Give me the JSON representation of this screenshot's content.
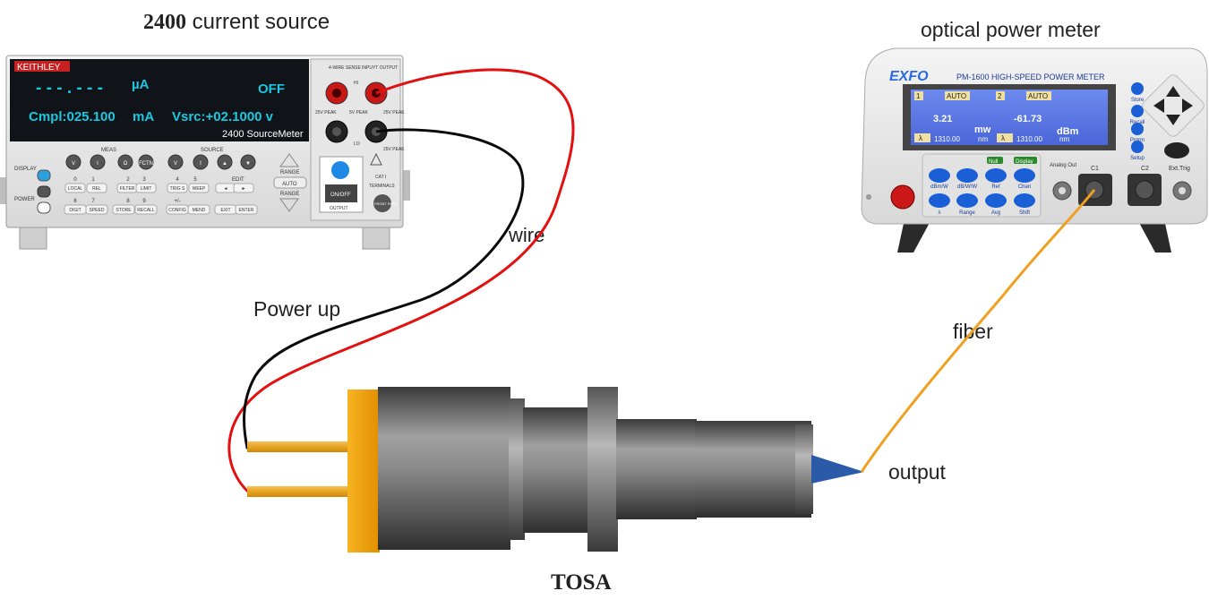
{
  "labels": {
    "source_title_bold": "2400",
    "source_title_rest": "current source",
    "meter_title": "optical power meter",
    "wire": "wire",
    "power_up": "Power up",
    "fiber": "fiber",
    "output": "output",
    "tosa": "TOSA"
  },
  "keithley": {
    "brand": "KEITHLEY",
    "reading": "- - - . - - -",
    "unit": "µA",
    "state": "OFF",
    "compliance": "Cmpl:025.100",
    "compliance_unit": "mA",
    "vsrc": "Vsrc:+02.1000 v",
    "model": "2400 SourceMeter",
    "display_label": "DISPLAY",
    "power_label": "POWER",
    "meas_label": "MEAS",
    "source_label": "SOURCE",
    "range_label": "RANGE",
    "auto_label": "AUTO",
    "edit_label": "EDIT",
    "meas_keys": [
      "V",
      "I",
      "Ω",
      "FCTN"
    ],
    "source_keys": [
      "V",
      "I",
      "▲",
      "▼"
    ],
    "num_row1": [
      "0",
      "1",
      "2",
      "3",
      "4",
      "5"
    ],
    "row2_keys": [
      "LOCAL",
      "REL",
      "FILTER",
      "LIMIT",
      "TRIG S",
      "WEEP",
      "◄",
      "►"
    ],
    "num_row2": [
      "6",
      "7",
      "8",
      "9",
      "+/-"
    ],
    "row3_keys": [
      "DIGIT",
      "SPEED",
      "STORE",
      "RECALL",
      "CONFIG",
      "MEND",
      "EXIT",
      "ENTER"
    ],
    "four_wire": "4-WIRE SENSE",
    "input_output": "INPUYT OUTPUT",
    "hi": "HI",
    "lo": "LO",
    "peak_25v_a": "25V PEAK",
    "peak_5v": "5V PEAK",
    "peak_25v_b": "25V PEAK",
    "peak_25v_c": "25V PEAK",
    "onoff": "ON/OFF",
    "output_label": "OUTPUT",
    "cat": "CAT I",
    "terminals": "TERMINALS",
    "front_rear": "FRONT REAR"
  },
  "exfo": {
    "brand": "EXFO",
    "model": "PM-1600 HIGH-SPEED POWER METER",
    "ch1": "1",
    "ch2": "2",
    "auto1": "AUTO",
    "auto2": "AUTO",
    "val1": "3.21",
    "val2": "-61.73",
    "unit1": "mw",
    "unit2": "dBm",
    "lambda": "λ",
    "wl1": "1310.00",
    "wl2": "1310.00",
    "nm1": "nm",
    "nm2": "nm",
    "side_keys": [
      "Store",
      "Recall",
      "Prgrm",
      "Setup"
    ],
    "null_label": "Null",
    "display_label": "Display",
    "keys_row1": [
      "dBm/W",
      "dB/W/W",
      "Ref",
      "Chan"
    ],
    "keys_row2": [
      "λ",
      "Range",
      "Avg",
      "Shift"
    ],
    "analog_out": "Analog Out",
    "c1": "C1",
    "c2": "C2",
    "ext_trig": "Ext.Trig"
  },
  "colors": {
    "red_wire": "#e31010",
    "black_wire": "#0a0a0a",
    "fiber": "#f0a020",
    "tosa_flange": "#f5a400",
    "pins": "#f5a400",
    "cyan_display": "#18c8e0",
    "exfo_screen": "#5878e8",
    "exfo_key": "#1a5fd6"
  }
}
